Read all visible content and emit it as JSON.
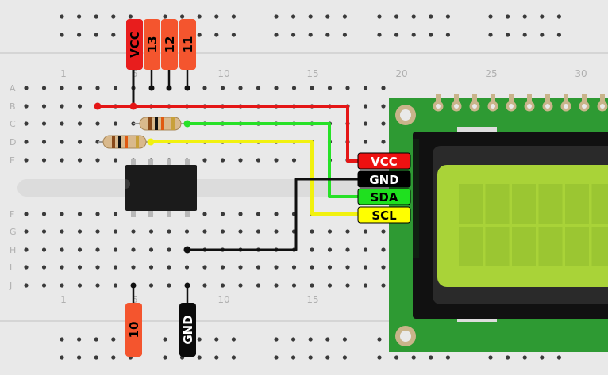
{
  "rows_top": [
    "A",
    "B",
    "C",
    "D",
    "E"
  ],
  "rows_bottom": [
    "F",
    "G",
    "H",
    "I",
    "J"
  ],
  "column_numbers": [
    "1",
    "5",
    "10",
    "15",
    "20",
    "25",
    "30"
  ],
  "header_pins_top": [
    {
      "label": "VCC",
      "color": "#e81d1d"
    },
    {
      "label": "13",
      "color": "#f4552e"
    },
    {
      "label": "12",
      "color": "#f4552e"
    },
    {
      "label": "11",
      "color": "#f4552e"
    }
  ],
  "header_pins_bottom": [
    {
      "label": "10",
      "color": "#f4552e"
    },
    {
      "label": "GND",
      "color": "#0a0a0a"
    }
  ],
  "lcd_pins": [
    {
      "label": "VCC",
      "color": "#ee1111",
      "text_color": "#ffffff"
    },
    {
      "label": "GND",
      "color": "#000000",
      "text_color": "#ffffff"
    },
    {
      "label": "SDA",
      "color": "#1fe01f",
      "text_color": "#000000"
    },
    {
      "label": "SCL",
      "color": "#ffff00",
      "text_color": "#000000"
    }
  ],
  "colors": {
    "breadboard": "#e9e9e9",
    "hole": "#3a3a3a",
    "wire_red": "#e41616",
    "wire_green": "#27e127",
    "wire_yellow": "#f1f10f",
    "wire_black": "#101010",
    "pcb": "#2e9a33",
    "lcd_screen": "#a9d338"
  }
}
